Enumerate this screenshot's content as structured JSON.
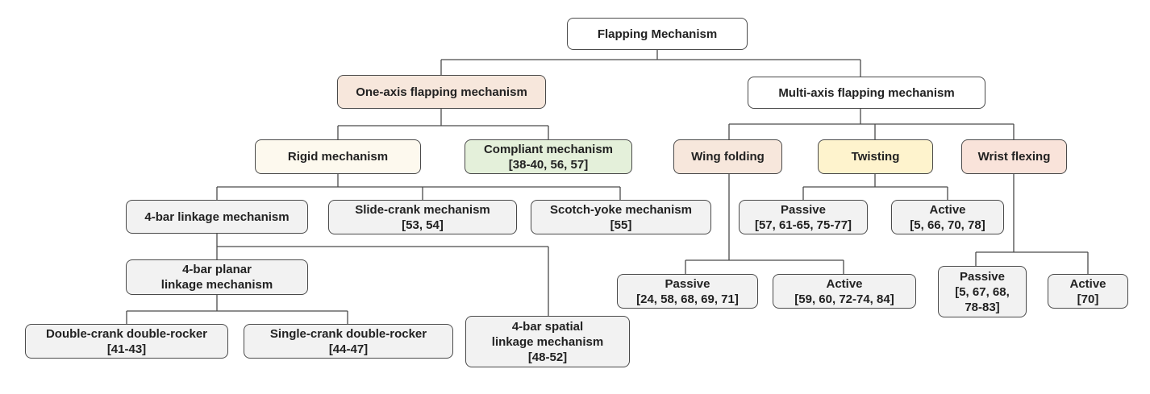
{
  "root": {
    "label": "Flapping Mechanism"
  },
  "one_axis": {
    "label": "One-axis flapping mechanism",
    "rigid": {
      "label": "Rigid mechanism",
      "four_bar": {
        "label": "4-bar linkage mechanism",
        "planar": {
          "line1": "4-bar planar",
          "line2": "linkage mechanism",
          "double_crank": {
            "label": "Double-crank double-rocker",
            "refs": "[41-43]"
          },
          "single_crank": {
            "label": "Single-crank double-rocker",
            "refs": "[44-47]"
          }
        },
        "spatial": {
          "line1": "4-bar spatial",
          "line2": "linkage mechanism",
          "refs": "[48-52]"
        }
      },
      "slide_crank": {
        "label": "Slide-crank mechanism",
        "refs": "[53, 54]"
      },
      "scotch_yoke": {
        "label": "Scotch-yoke mechanism",
        "refs": "[55]"
      }
    },
    "compliant": {
      "label": "Compliant mechanism",
      "refs": "[38-40, 56, 57]"
    }
  },
  "multi_axis": {
    "label": "Multi-axis flapping mechanism",
    "wing_folding": {
      "label": "Wing folding",
      "passive": {
        "label": "Passive",
        "refs": "[24, 58, 68, 69, 71]"
      },
      "active": {
        "label": "Active",
        "refs": "[59, 60, 72-74, 84]"
      }
    },
    "twisting": {
      "label": "Twisting",
      "passive": {
        "label": "Passive",
        "refs": "[57, 61-65, 75-77]"
      },
      "active": {
        "label": "Active",
        "refs": "[5, 66, 70, 78]"
      }
    },
    "wrist_flexing": {
      "label": "Wrist flexing",
      "passive": {
        "label": "Passive",
        "line2": "[5, 67, 68,",
        "line3": "78-83]"
      },
      "active": {
        "label": "Active",
        "refs": "[70]"
      }
    }
  },
  "colors": {
    "line": "#4a4a4a",
    "white": "#ffffff",
    "cream": "#fdf9ee",
    "peach": "#f7e7dc",
    "green": "#e4f0da",
    "yellow": "#fef3cd",
    "salmon": "#f9e3da",
    "gray": "#f2f2f2"
  }
}
